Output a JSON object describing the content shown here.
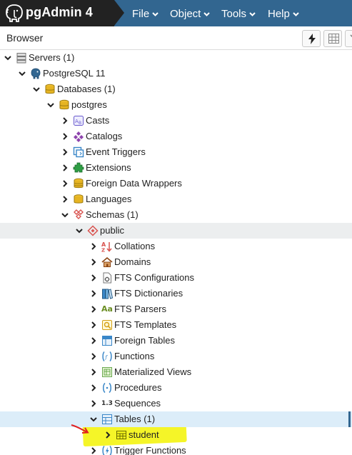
{
  "app": {
    "title": "pgAdmin 4"
  },
  "menus": [
    "File",
    "Object",
    "Tools",
    "Help"
  ],
  "panel": {
    "title": "Browser"
  },
  "tree": [
    {
      "label": "Servers (1)",
      "icon": "servers-icon"
    },
    {
      "label": "PostgreSQL 11",
      "icon": "postgresql-elephant-icon"
    },
    {
      "label": "Databases (1)",
      "icon": "databases-icon"
    },
    {
      "label": "postgres",
      "icon": "database-icon"
    },
    {
      "label": "Casts",
      "icon": "casts-icon"
    },
    {
      "label": "Catalogs",
      "icon": "catalogs-icon"
    },
    {
      "label": "Event Triggers",
      "icon": "event-triggers-icon"
    },
    {
      "label": "Extensions",
      "icon": "extensions-icon"
    },
    {
      "label": "Foreign Data Wrappers",
      "icon": "foreign-data-wrappers-icon"
    },
    {
      "label": "Languages",
      "icon": "languages-icon"
    },
    {
      "label": "Schemas (1)",
      "icon": "schemas-icon"
    },
    {
      "label": "public",
      "icon": "schema-icon"
    },
    {
      "label": "Collations",
      "icon": "collations-icon"
    },
    {
      "label": "Domains",
      "icon": "domains-icon"
    },
    {
      "label": "FTS Configurations",
      "icon": "fts-configurations-icon"
    },
    {
      "label": "FTS Dictionaries",
      "icon": "fts-dictionaries-icon"
    },
    {
      "label": "FTS Parsers",
      "icon": "fts-parsers-icon",
      "glyph": "Aa"
    },
    {
      "label": "FTS Templates",
      "icon": "fts-templates-icon"
    },
    {
      "label": "Foreign Tables",
      "icon": "foreign-tables-icon"
    },
    {
      "label": "Functions",
      "icon": "functions-icon"
    },
    {
      "label": "Materialized Views",
      "icon": "materialized-views-icon"
    },
    {
      "label": "Procedures",
      "icon": "procedures-icon"
    },
    {
      "label": "Sequences",
      "icon": "sequences-icon",
      "glyph": "1.3"
    },
    {
      "label": "Tables (1)",
      "icon": "tables-icon"
    },
    {
      "label": "student",
      "icon": "table-icon"
    },
    {
      "label": "Trigger Functions",
      "icon": "trigger-functions-icon"
    }
  ],
  "colors": {
    "navbar": "#326690",
    "brand_bg": "#222222",
    "highlight": "#f5f51c",
    "annotation_arrow": "#e02020",
    "selected_row": "#dcedf9"
  }
}
